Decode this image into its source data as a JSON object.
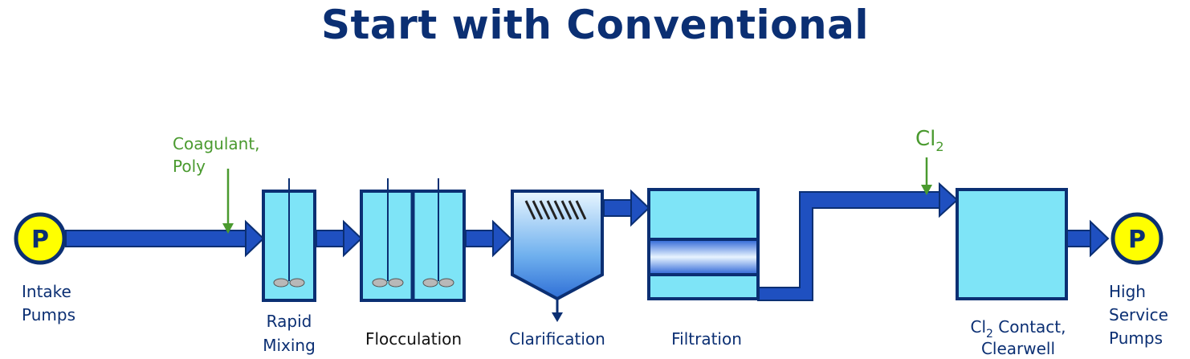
{
  "title": "Start with Conventional",
  "colors": {
    "navy": "#0b2f73",
    "pipe": "#1f50c0",
    "tank_fill": "#7ee4f7",
    "pump_fill": "#ffff00",
    "chemical": "#4a9a2f"
  },
  "pumps": {
    "intake": {
      "letter": "P",
      "label_line1": "Intake",
      "label_line2": "Pumps"
    },
    "high_service": {
      "letter": "P",
      "label_line1": "High",
      "label_line2": "Service",
      "label_line3": "Pumps"
    }
  },
  "chemicals": {
    "coagulant": {
      "line1": "Coagulant,",
      "line2": "Poly"
    },
    "chlorine": {
      "base": "Cl",
      "sub": "2"
    }
  },
  "units": {
    "rapid_mixing": {
      "line1": "Rapid",
      "line2": "Mixing"
    },
    "flocculation": {
      "label": "Flocculation"
    },
    "clarification": {
      "label": "Clarification"
    },
    "filtration": {
      "label": "Filtration"
    },
    "contact": {
      "cl": "Cl",
      "sub": "2",
      "line1_rest": " Contact,",
      "line2": "Clearwell"
    }
  }
}
